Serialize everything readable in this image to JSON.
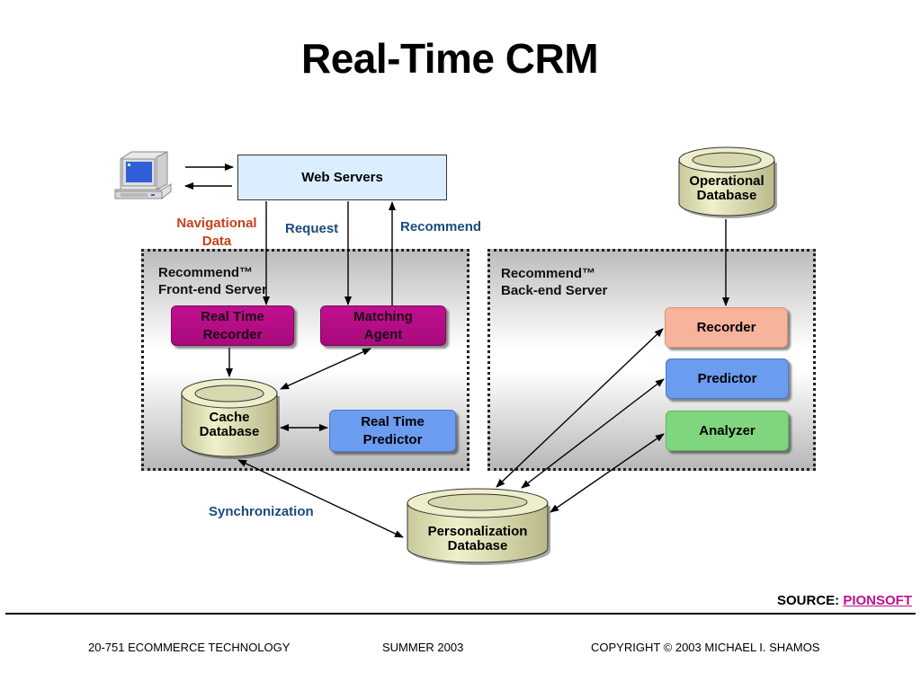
{
  "slide": {
    "title": "Real-Time CRM"
  },
  "client": {
    "icon": "desktop-computer-icon"
  },
  "web_servers": {
    "label": "Web Servers"
  },
  "labels": {
    "navigational_data": "Navigational Data",
    "navigational_line1": "Navigational",
    "navigational_line2": "Data",
    "request": "Request",
    "recommend": "Recommend",
    "synchronization": "Synchronization"
  },
  "front_end": {
    "title_line1": "Recommend™",
    "title_line2": "Front-end Server",
    "real_time_recorder": {
      "line1": "Real Time",
      "line2": "Recorder"
    },
    "matching_agent": {
      "line1": "Matching",
      "line2": "Agent"
    },
    "cache_database": {
      "line1": "Cache",
      "line2": "Database"
    },
    "real_time_predictor": {
      "line1": "Real Time",
      "line2": "Predictor"
    }
  },
  "back_end": {
    "title_line1": "Recommend™",
    "title_line2": "Back-end Server",
    "recorder": "Recorder",
    "predictor": "Predictor",
    "analyzer": "Analyzer"
  },
  "operational_database": {
    "line1": "Operational",
    "line2": "Database"
  },
  "personalization_database": {
    "line1": "Personalization",
    "line2": "Database"
  },
  "source": {
    "prefix": "SOURCE:",
    "link": "PIONSOFT"
  },
  "footer": {
    "course": "20-751 ECOMMERCE TECHNOLOGY",
    "term": "SUMMER 2003",
    "copyright": "COPYRIGHT © 2003 MICHAEL I. SHAMOS"
  },
  "colors": {
    "magenta": "#c0108f",
    "blue_box": "#6b9cf0",
    "salmon_box": "#f8b39c",
    "green_box": "#7fd67f",
    "web_servers_fill": "#dbeeff",
    "db_fill": "#e6e6b8",
    "nav_label": "#c8401a",
    "blue_label": "#1c4a7c"
  }
}
